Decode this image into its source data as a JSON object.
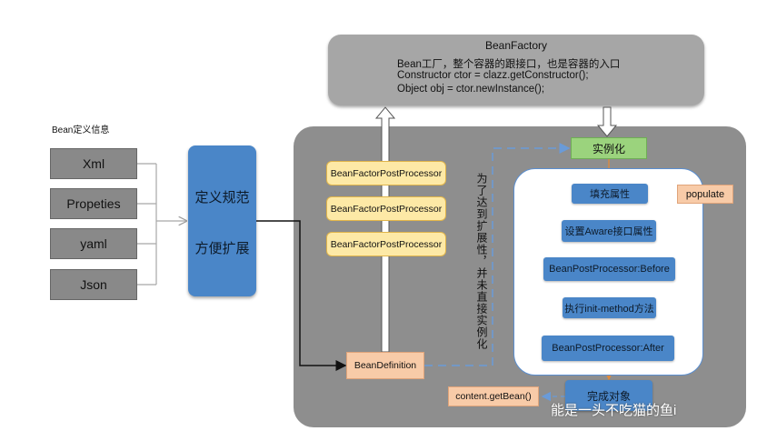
{
  "bean_factory": {
    "title": "BeanFactory",
    "lines": [
      "Bean工厂，整个容器的跟接口，也是容器的入口",
      "Constructor ctor = clazz.getConstructor();",
      "Object obj = ctor.newInstance();"
    ]
  },
  "sources": {
    "label": "Bean定义信息",
    "items": [
      "Xml",
      "Propeties",
      "yaml",
      "Json"
    ]
  },
  "spec_box": {
    "line1": "定义规范",
    "line2": "方便扩展"
  },
  "post_processors": [
    "BeanFactorPostProcessor",
    "BeanFactorPostProcessor",
    "BeanFactorPostProcessor"
  ],
  "bean_definition": "BeanDefinition",
  "extension_note": "为了达到扩展性，并未直接实例化",
  "instantiate": "实例化",
  "lifecycle_steps": [
    "填充属性",
    "设置Aware接口属性",
    "BeanPostProcessor:Before",
    "执行init-method方法",
    "BeanPostProcessor:After"
  ],
  "populate": "populate",
  "complete": "完成对象",
  "get_bean": "content.getBean()",
  "watermark": "能是一头不吃猫的鱼i",
  "colors": {
    "panel_gray": "#8e8e8e",
    "step_blue": "#4a86c8",
    "processor_yellow": "#fde9a6",
    "peach": "#f8cba8",
    "green": "#9bd37d"
  }
}
